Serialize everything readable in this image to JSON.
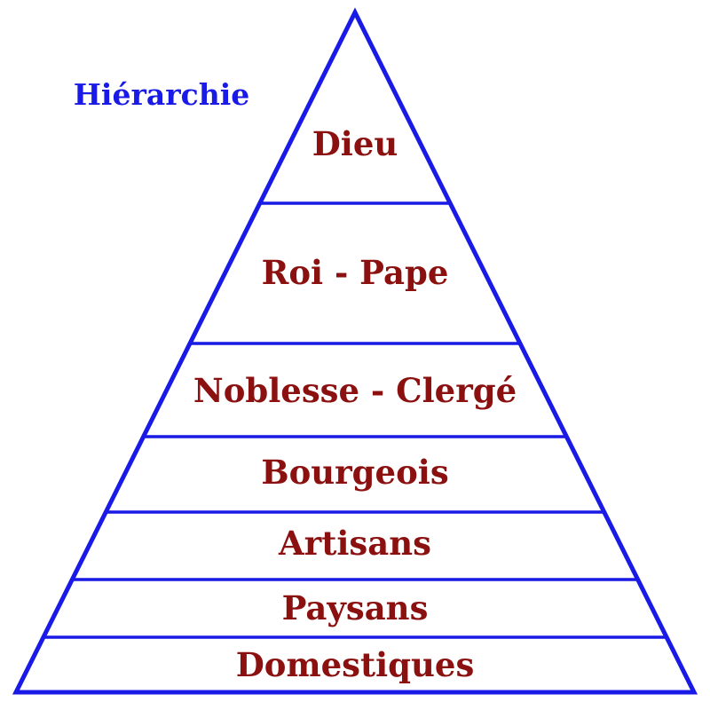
{
  "diagram": {
    "title": "Hiérarchie",
    "levels": [
      {
        "label": "Dieu"
      },
      {
        "label": "Roi - Pape"
      },
      {
        "label": "Noblesse - Clergé"
      },
      {
        "label": "Bourgeois"
      },
      {
        "label": "Artisans"
      },
      {
        "label": "Paysans"
      },
      {
        "label": "Domestiques"
      }
    ]
  },
  "colors": {
    "outline": "#1a1ae6",
    "label": "#8b1010",
    "title": "#1a1ae6"
  }
}
